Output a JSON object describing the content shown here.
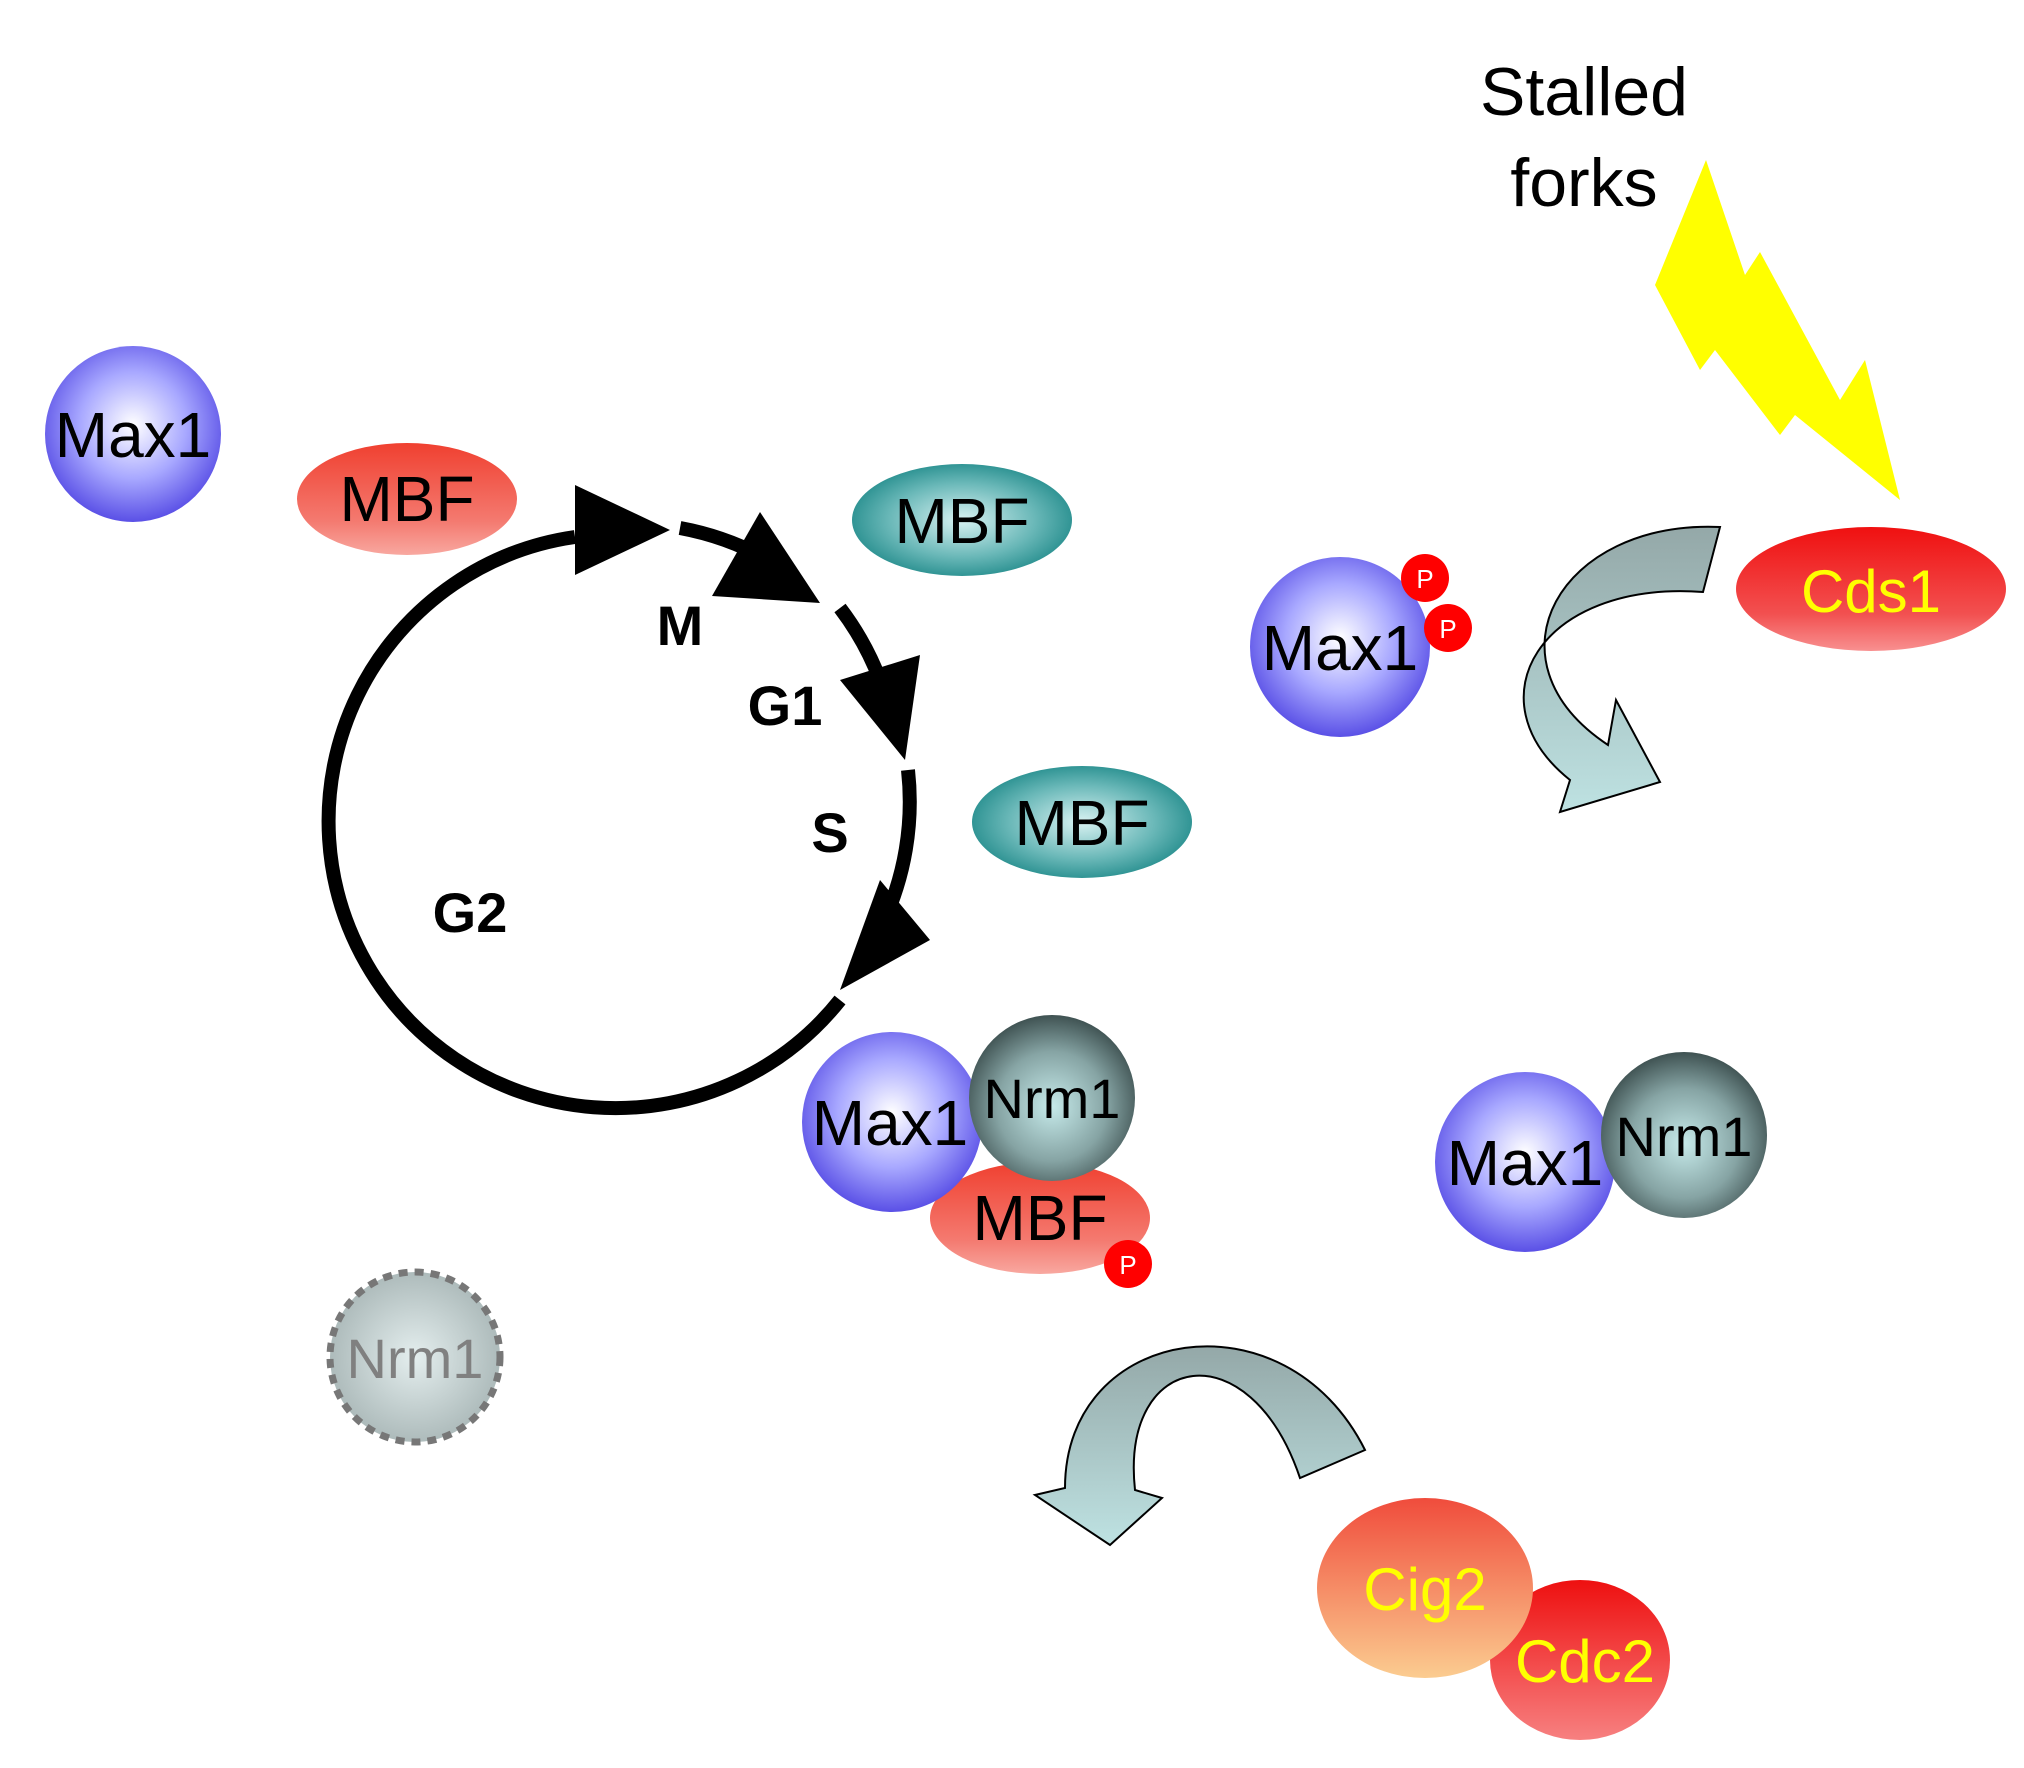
{
  "labels": {
    "stalled_line1": "Stalled",
    "stalled_line2": "forks",
    "max1": "Max1",
    "mbf": "MBF",
    "nrm1": "Nrm1",
    "cds1": "Cds1",
    "cig2": "Cig2",
    "cdc2": "Cdc2",
    "phospho": "P"
  },
  "cycle_phases": {
    "m": "M",
    "g1": "G1",
    "s": "S",
    "g2": "G2"
  },
  "colors": {
    "max1": "#6e6ef0",
    "mbf_active": "#f05040",
    "mbf_inactive": "#2a9a9a",
    "nrm1": "#5e7070",
    "nrm1_degraded": "#b8c4c4",
    "kinase_red": "#f02020",
    "cig2": "#f7a060",
    "lightning": "#ffff00",
    "arrow_dark": "#94a8a8",
    "arrow_light": "#bde0e0",
    "phospho": "#ff0000"
  }
}
